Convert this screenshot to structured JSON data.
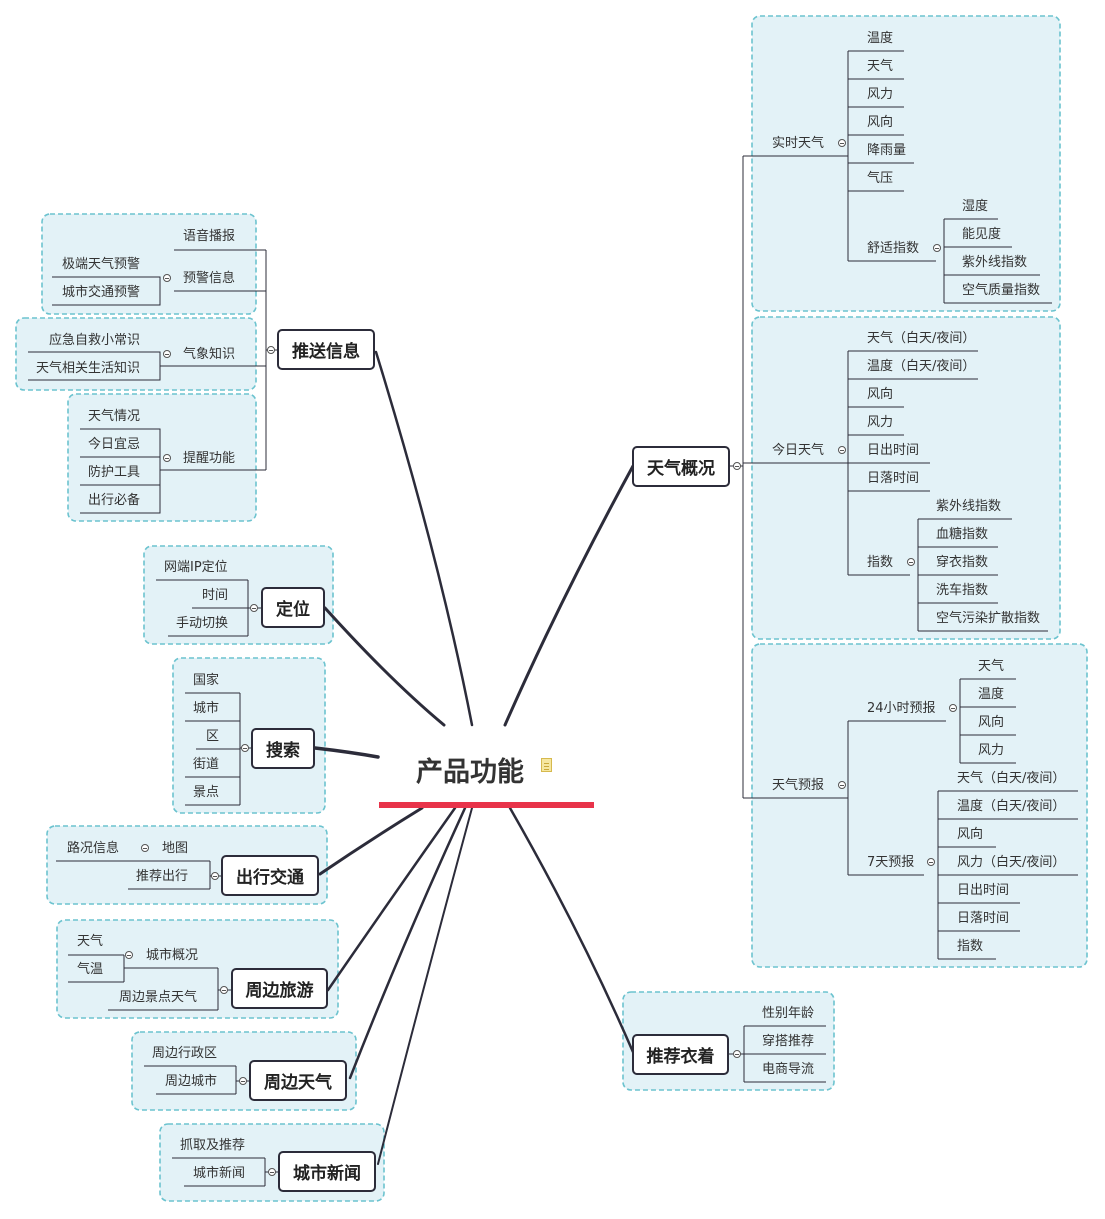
{
  "root": {
    "label": "产品功能"
  },
  "push_info": {
    "label": "推送信息",
    "voice": "语音播报",
    "warning": {
      "label": "预警信息",
      "children": [
        "极端天气预警",
        "城市交通预警"
      ]
    },
    "knowledge": {
      "label": "气象知识",
      "children": [
        "应急自救小常识",
        "天气相关生活知识"
      ]
    },
    "reminder": {
      "label": "提醒功能",
      "children": [
        "天气情况",
        "今日宜忌",
        "防护工具",
        "出行必备"
      ]
    }
  },
  "locate": {
    "label": "定位",
    "children": [
      "网端IP定位",
      "时间",
      "手动切换"
    ]
  },
  "search": {
    "label": "搜索",
    "children": [
      "国家",
      "城市",
      "区",
      "街道",
      "景点"
    ]
  },
  "traffic": {
    "label": "出行交通",
    "road": "路况信息",
    "map": "地图",
    "recommend": "推荐出行"
  },
  "tour": {
    "label": "周边旅游",
    "overview": "城市概况",
    "weather": "天气",
    "temp": "气温",
    "spot_weather": "周边景点天气"
  },
  "nearby_weather": {
    "label": "周边天气",
    "children": [
      "周边行政区",
      "周边城市"
    ]
  },
  "news": {
    "label": "城市新闻",
    "children": [
      "抓取及推荐",
      "城市新闻"
    ]
  },
  "weather": {
    "label": "天气概况",
    "realtime": {
      "label": "实时天气",
      "children": [
        "温度",
        "天气",
        "风力",
        "风向",
        "降雨量",
        "气压"
      ],
      "comfort": {
        "label": "舒适指数",
        "children": [
          "湿度",
          "能见度",
          "紫外线指数",
          "空气质量指数"
        ]
      }
    },
    "today": {
      "label": "今日天气",
      "children": [
        "天气（白天/夜间）",
        "温度（白天/夜间）",
        "风向",
        "风力",
        "日出时间",
        "日落时间"
      ],
      "index": {
        "label": "指数",
        "children": [
          "紫外线指数",
          "血糖指数",
          "穿衣指数",
          "洗车指数",
          "空气污染扩散指数"
        ]
      }
    },
    "forecast": {
      "label": "天气预报",
      "h24": {
        "label": "24小时预报",
        "children": [
          "天气",
          "温度",
          "风向",
          "风力"
        ]
      },
      "d7": {
        "label": "7天预报",
        "children": [
          "天气（白天/夜间）",
          "温度（白天/夜间）",
          "风向",
          "风力（白天/夜间）",
          "日出时间",
          "日落时间",
          "指数"
        ]
      }
    }
  },
  "clothing": {
    "label": "推荐衣着",
    "children": [
      "性别年龄",
      "穿搭推荐",
      "电商导流"
    ]
  },
  "colors": {
    "frame_fill": "#e3f2f7",
    "frame_stroke": "#6cc3cf",
    "line": "#2c2c3a",
    "underline": "#e8334a"
  }
}
